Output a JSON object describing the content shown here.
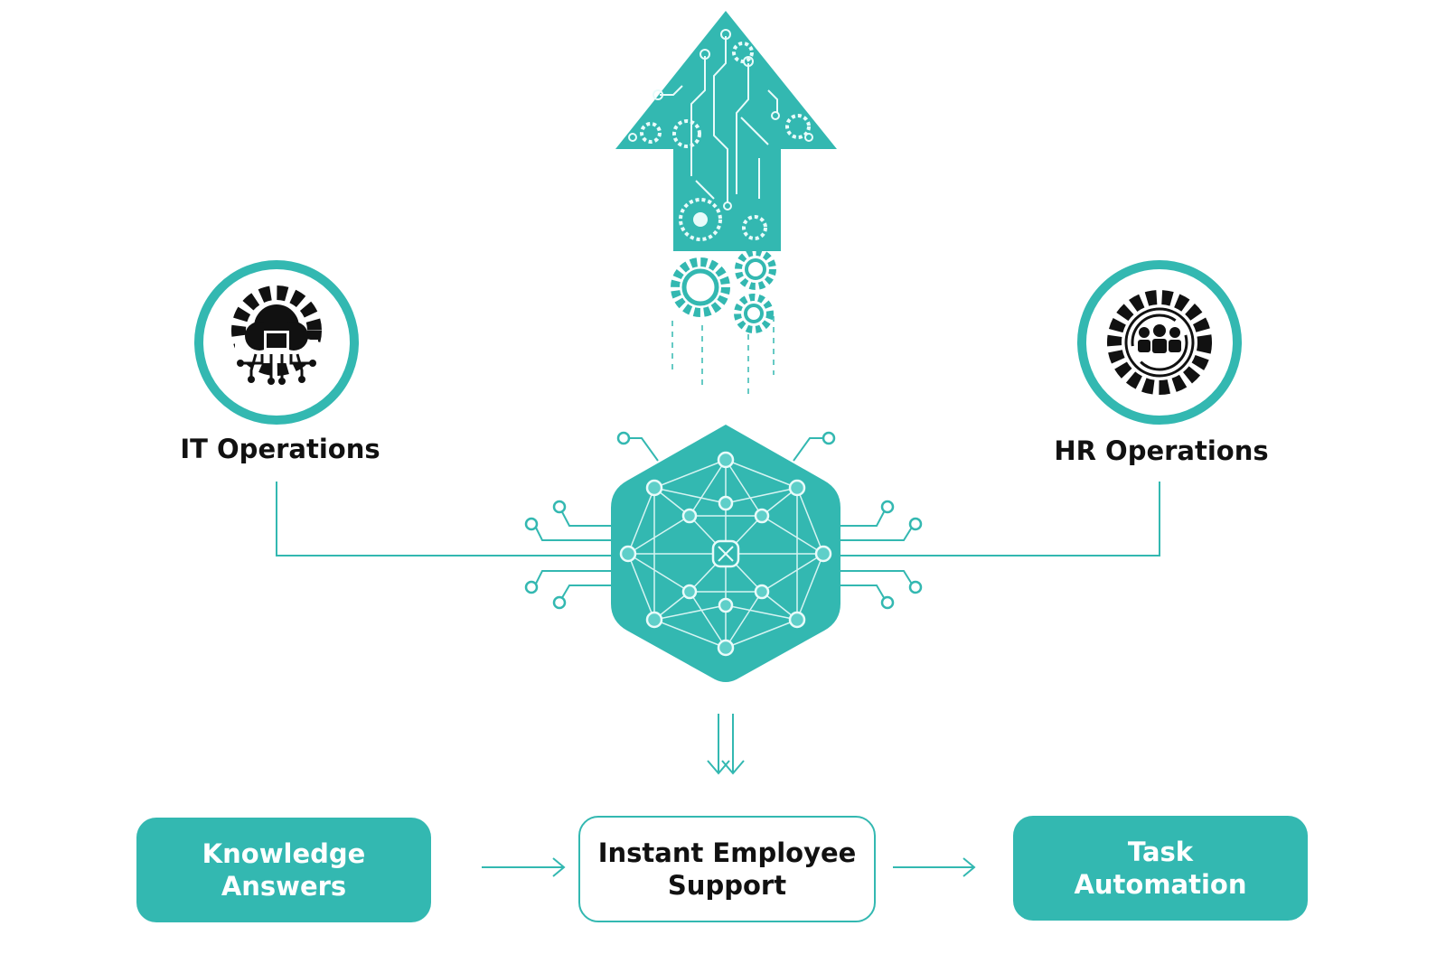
{
  "colors": {
    "teal": "#33b8b1",
    "teal_dark": "#2aa39c",
    "text": "#111111",
    "white": "#ffffff"
  },
  "nodes": {
    "it_operations": {
      "label": "IT Operations",
      "icon": "gear-cloud-folder-icon"
    },
    "hr_operations": {
      "label": "HR Operations",
      "icon": "gear-people-cycle-icon"
    },
    "hub": {
      "icon": "neural-network-hexagon-icon"
    },
    "growth": {
      "icon": "circuit-arrow-up-icon"
    }
  },
  "outputs": {
    "knowledge": {
      "line1": "Knowledge",
      "line2": "Answers"
    },
    "support": {
      "line1": "Instant Employee",
      "line2": "Support"
    },
    "task": {
      "line1": "Task",
      "line2": "Automation"
    }
  }
}
